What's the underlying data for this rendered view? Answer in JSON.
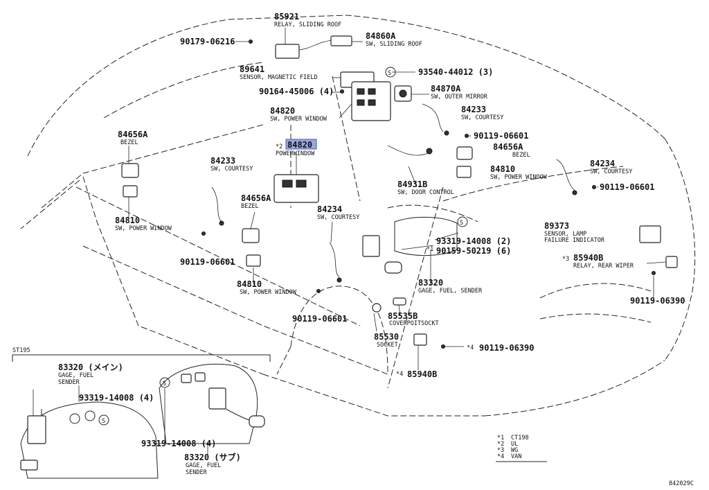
{
  "callouts": {
    "c85921": {
      "num": "85921",
      "name": "RELAY, SLIDING ROOF"
    },
    "c84860a": {
      "num": "84860A",
      "name": "SW, SLIDING ROOF"
    },
    "c90179": {
      "num": "90179-06216"
    },
    "c89641": {
      "num": "89641",
      "name": "SENSOR, MAGNETIC FIELD"
    },
    "c93540": {
      "num": "93540-44012 (3)"
    },
    "c90164": {
      "num": "90164-45006 (4)"
    },
    "c84870a": {
      "num": "84870A",
      "name": "SW, OUTER MIRROR"
    },
    "c84820": {
      "num": "84820",
      "name": "SW, POWER WINDOW"
    },
    "c84233r": {
      "num": "84233",
      "name": "SW, COURTESY"
    },
    "c90119a": {
      "num": "90119-06601"
    },
    "c84656a_l": {
      "num": "84656A",
      "name": "BEZEL"
    },
    "c84820b": {
      "prefix": "*2",
      "num": "84820",
      "name": "POWERWINDOW"
    },
    "c84656a_r": {
      "num": "84656A",
      "name": "BEZEL"
    },
    "c84233l": {
      "num": "84233",
      "name": "SW, COURTESY"
    },
    "c84810r": {
      "num": "84810",
      "name": "SW, POWER WINDOW"
    },
    "c84234r": {
      "num": "84234",
      "name": "SW, COURTESY"
    },
    "c84931b": {
      "num": "84931B",
      "name": "SW, DOOR CONTROL"
    },
    "c90119b": {
      "num": "90119-06601"
    },
    "c84656a_c": {
      "num": "84656A",
      "name": "BEZEL"
    },
    "c84810l": {
      "num": "84810",
      "name": "SW, POWER WINDOW"
    },
    "c84234c": {
      "num": "84234",
      "name": "SW, COURTESY"
    },
    "c93319a": {
      "num": "93319-14008 (2)"
    },
    "c90159": {
      "prefix": "*1",
      "num": "90159-50219 (6)"
    },
    "c89373": {
      "num": "89373",
      "name": "SENSOR, LAMP",
      "name2": "FAILURE INDICATOR"
    },
    "c85940b_r": {
      "prefix": "*3",
      "num": "85940B",
      "name": "RELAY, REAR WIPER"
    },
    "c90119c": {
      "num": "90119-06601"
    },
    "c84810c": {
      "num": "84810",
      "name": "SW, POWER WINDOW"
    },
    "c83320": {
      "num": "83320",
      "name": "GAGE, FUEL, SENDER"
    },
    "c90119d": {
      "num": "90119-06601"
    },
    "c90119e": {
      "num": "90119-06390"
    },
    "c85535b": {
      "num": "85535B",
      "name": "COVERPOITSOCKT"
    },
    "c85530": {
      "num": "85530",
      "name": "SOCKET"
    },
    "c90119f": {
      "prefix": "*4",
      "num": "90119-06390"
    },
    "c85940b_b": {
      "prefix": "*4",
      "num": "85940B"
    }
  },
  "inset": {
    "label": "ST195",
    "c83320m": {
      "num": "83320 (メイン)",
      "name": "GAGE, FUEL",
      "name2": "SENDER"
    },
    "c93319b": {
      "num": "93319-14008 (4)"
    },
    "c93319c": {
      "num": "93319-14008 (4)"
    },
    "c83320s": {
      "num": "83320 (サブ)",
      "name": "GAGE, FUEL",
      "name2": "SENDER"
    }
  },
  "legend": [
    {
      "key": "*1",
      "value": "CT198"
    },
    {
      "key": "*2",
      "value": "UL"
    },
    {
      "key": "*3",
      "value": "WG"
    },
    {
      "key": "*4",
      "value": "VAN"
    }
  ],
  "figure_id": "842029C",
  "colors": {
    "highlight": "#9aa8e0",
    "ink": "#111111"
  }
}
